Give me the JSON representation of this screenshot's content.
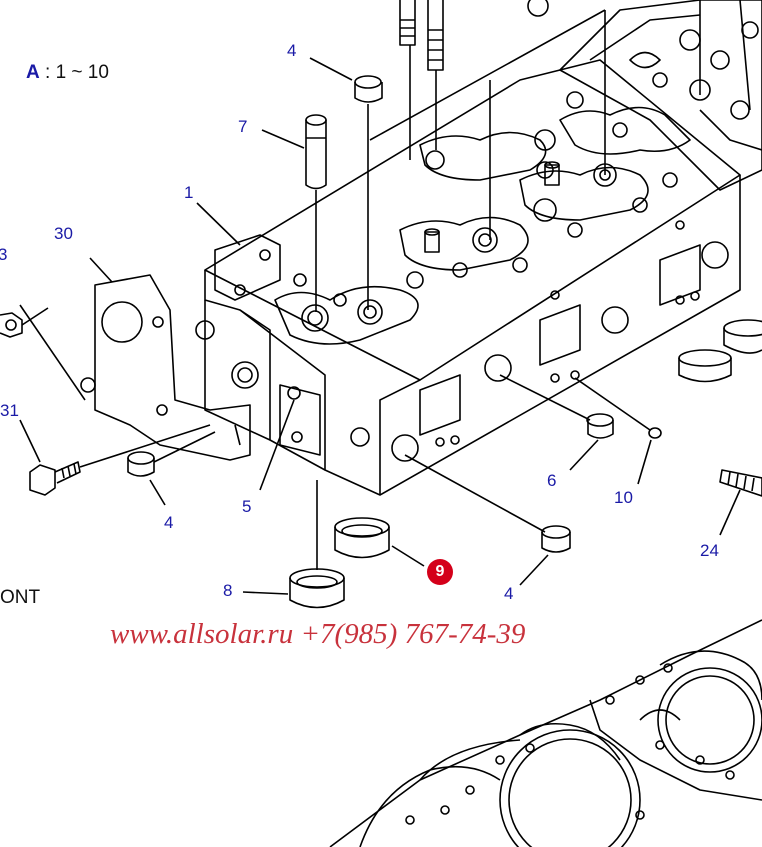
{
  "legend": {
    "key": "A",
    "range": ": 1 ~ 10"
  },
  "front_label": "ONT",
  "highlighted_callout": "9",
  "watermark": "www.allsolar.ru +7(985) 767-74-39",
  "callouts": {
    "c4_top": "4",
    "c7": "7",
    "c1": "1",
    "c30": "30",
    "c3_partial": "3",
    "c31": "31",
    "c4_left": "4",
    "c5": "5",
    "c8": "8",
    "c6": "6",
    "c10": "10",
    "c24": "24",
    "c4_bottom": "4"
  },
  "colors": {
    "callout": "#1a1aa6",
    "highlight": "#d4001a",
    "watermark": "#c8323c",
    "line": "#000000"
  }
}
